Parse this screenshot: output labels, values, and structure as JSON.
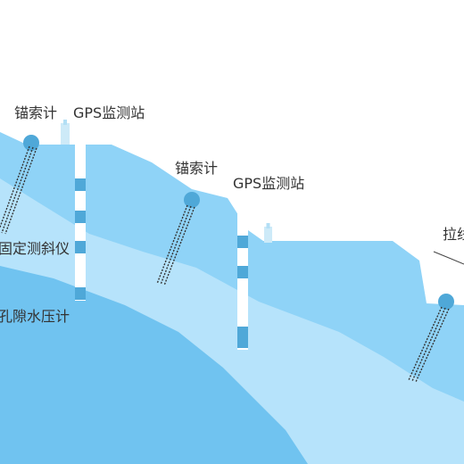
{
  "labels": {
    "anchor_cable_1": "锚索计",
    "gps_station_1": "GPS监测站",
    "anchor_cable_2": "锚索计",
    "gps_station_2": "GPS监测站",
    "inclinometer": "固定测斜仪",
    "piezometer": "孔隙水压计",
    "pull_wire": "拉线"
  },
  "colors": {
    "layer_top": "#8fd3f7",
    "layer_middle": "#b6e3fb",
    "layer_bottom": "#70c3f0",
    "marker": "#4fa8d8",
    "well": "#ffffff",
    "station": "#cdeaf8"
  }
}
